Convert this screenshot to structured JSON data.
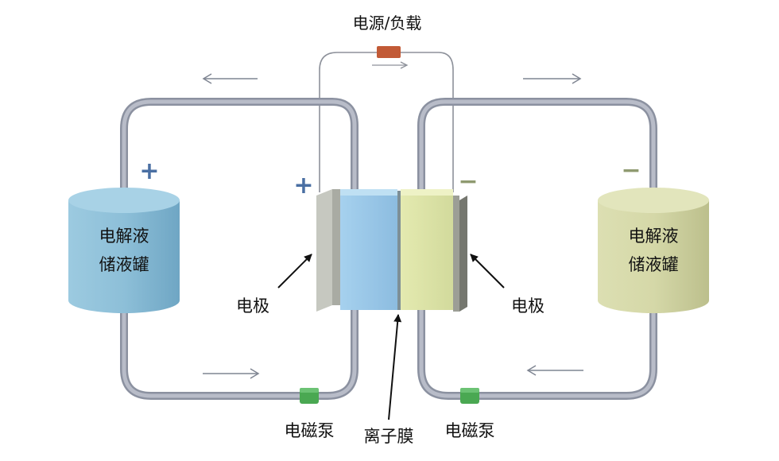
{
  "title": "电源/负载",
  "tank_left": {
    "line1": "电解液",
    "line2": "储液罐",
    "sign": "+"
  },
  "tank_right": {
    "line1": "电解液",
    "line2": "储液罐",
    "sign": "−"
  },
  "cell": {
    "sign_positive": "+",
    "sign_negative": "−"
  },
  "electrode_left": "电极",
  "electrode_right": "电极",
  "pump_left": "电磁泵",
  "pump_right": "电磁泵",
  "membrane": "离子膜",
  "colors": {
    "pipe": "#9ea4b3",
    "tank_left": "#8fc0d8",
    "tank_right": "#d5d7a8",
    "cell_left": "#9fcbe8",
    "cell_right": "#dde4a8",
    "electrode": "#b6b8b0",
    "pump": "#4aa852",
    "load": "#c25a36",
    "sign_positive": "#4a6fa3",
    "sign_negative": "#8f9a70",
    "arrow": "#7f8592"
  }
}
